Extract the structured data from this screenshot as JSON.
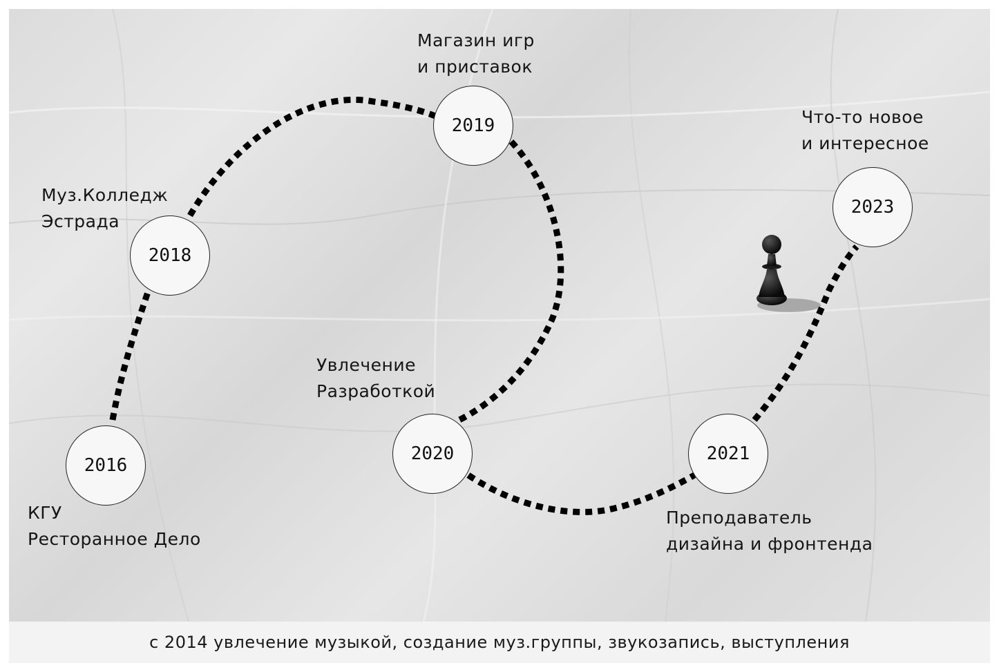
{
  "milestones": [
    {
      "year": "2016",
      "label_lines": [
        "КГУ",
        "Ресторанное Дело"
      ]
    },
    {
      "year": "2018",
      "label_lines": [
        "Муз.Колледж",
        "Эстрада"
      ]
    },
    {
      "year": "2019",
      "label_lines": [
        "Магазин игр",
        "и приставок"
      ]
    },
    {
      "year": "2020",
      "label_lines": [
        "Увлечение",
        "Разработкой"
      ]
    },
    {
      "year": "2021",
      "label_lines": [
        "Преподаватель",
        "дизайна и фронтенда"
      ]
    },
    {
      "year": "2023",
      "label_lines": [
        "Что-то новое",
        "и интересное"
      ]
    }
  ],
  "footer": {
    "text": "с 2014  увлечение музыкой, создание муз.группы, звукозапись, выступления"
  },
  "decor": {
    "pawn": "chess-pawn-icon"
  }
}
